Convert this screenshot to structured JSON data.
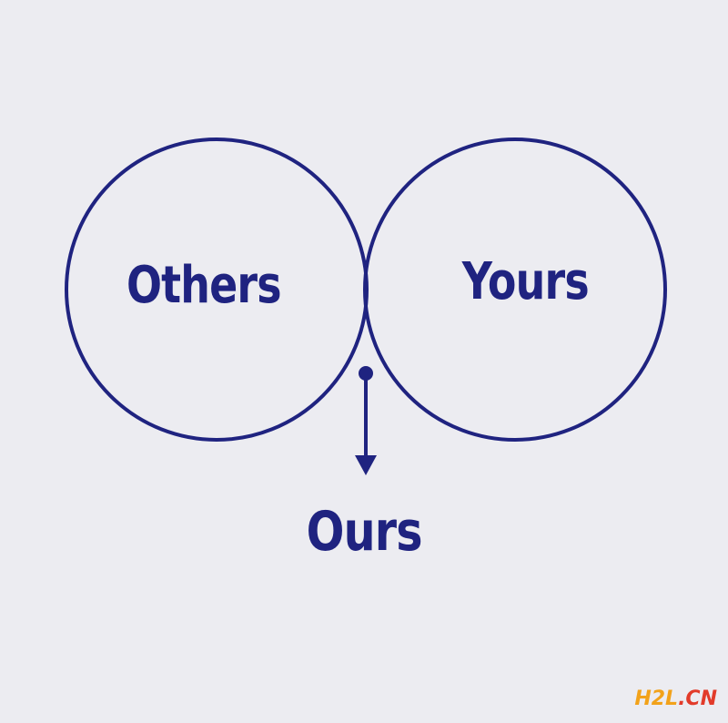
{
  "diagram": {
    "sets": [
      {
        "label": "Others"
      },
      {
        "label": "Yours"
      }
    ],
    "intersection": {
      "label": "Ours"
    }
  },
  "watermark": {
    "brand": "H2L",
    "domain": ".CN"
  },
  "colors": {
    "background": "#ececf1",
    "stroke": "#1f2380",
    "watermark_brand": "#f2a21a",
    "watermark_domain": "#e23b2a"
  }
}
